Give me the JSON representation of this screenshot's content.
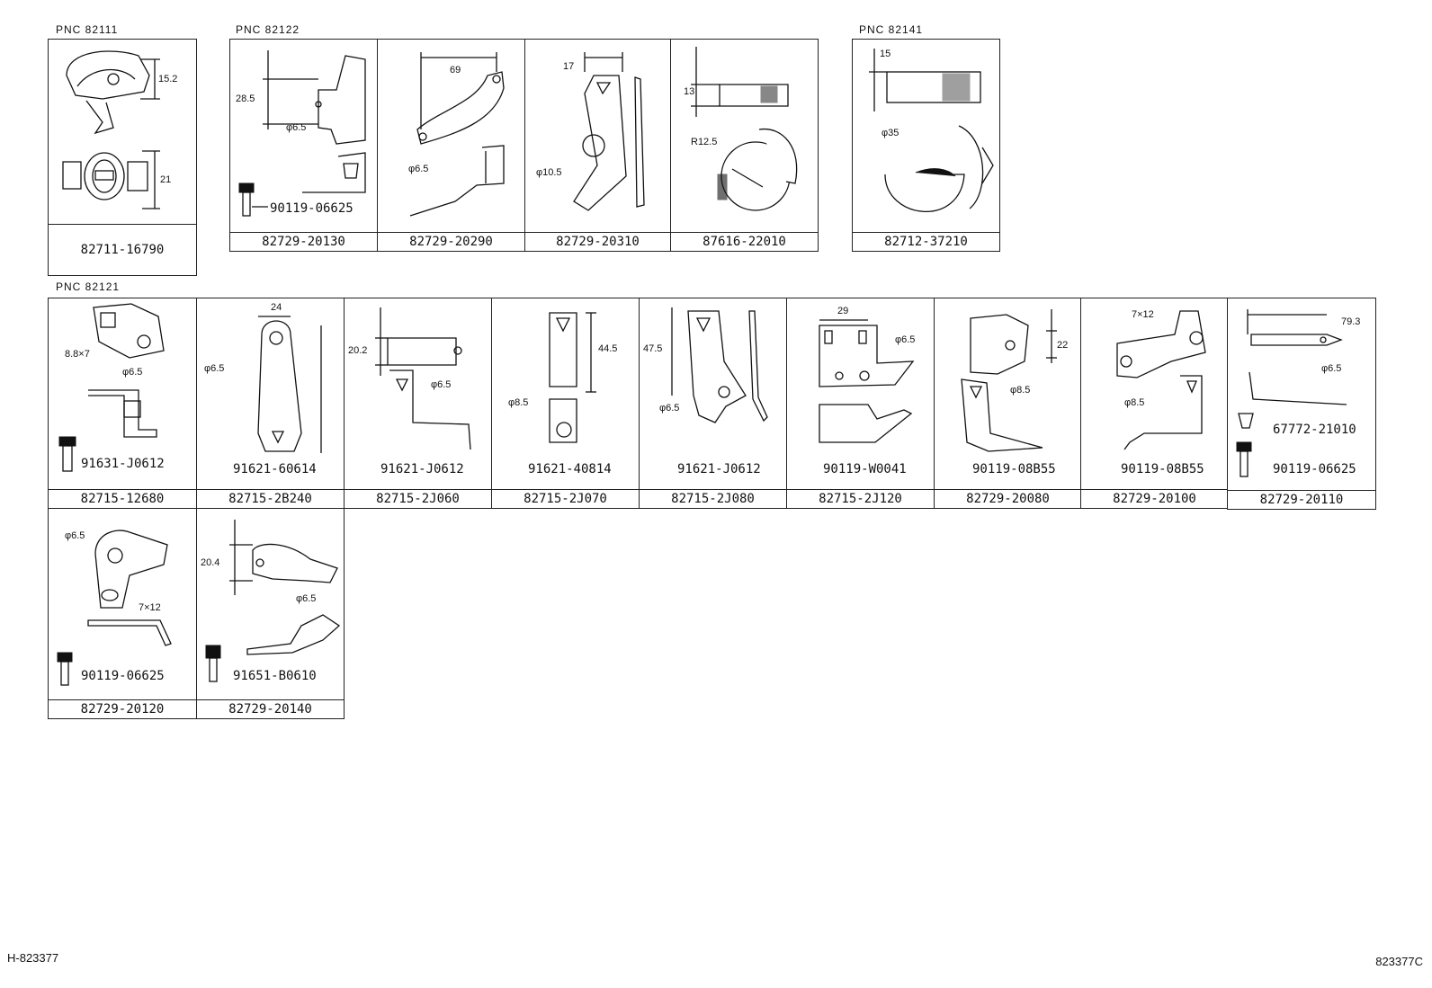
{
  "groups": [
    {
      "label": "PNC   82111"
    },
    {
      "label": "PNC   82122"
    },
    {
      "label": "PNC   82141"
    },
    {
      "label": "PNC   82121"
    }
  ],
  "cells": [
    {
      "pn": "82711-16790",
      "dims": [
        "15.2",
        "21"
      ],
      "bolt": ""
    },
    {
      "pn": "82729-20130",
      "dims": [
        "28.5",
        "φ6.5"
      ],
      "bolt": "90119-06625"
    },
    {
      "pn": "82729-20290",
      "dims": [
        "69",
        "φ6.5"
      ],
      "bolt": ""
    },
    {
      "pn": "82729-20310",
      "dims": [
        "17",
        "φ10.5"
      ],
      "bolt": ""
    },
    {
      "pn": "87616-22010",
      "dims": [
        "13",
        "R12.5"
      ],
      "bolt": ""
    },
    {
      "pn": "82712-37210",
      "dims": [
        "15",
        "φ35"
      ],
      "bolt": ""
    },
    {
      "pn": "82715-12680",
      "dims": [
        "8.8×7",
        "φ6.5"
      ],
      "bolt": "91631-J0612"
    },
    {
      "pn": "82715-2B240",
      "dims": [
        "24",
        "φ6.5"
      ],
      "bolt": "91621-60614"
    },
    {
      "pn": "82715-2J060",
      "dims": [
        "20.2",
        "φ6.5"
      ],
      "bolt": "91621-J0612"
    },
    {
      "pn": "82715-2J070",
      "dims": [
        "44.5",
        "φ8.5"
      ],
      "bolt": "91621-40814"
    },
    {
      "pn": "82715-2J080",
      "dims": [
        "47.5",
        "φ6.5"
      ],
      "bolt": "91621-J0612"
    },
    {
      "pn": "82715-2J120",
      "dims": [
        "29",
        "φ6.5"
      ],
      "bolt": "90119-W0041"
    },
    {
      "pn": "82729-20080",
      "dims": [
        "22",
        "φ8.5"
      ],
      "bolt": "90119-08B55"
    },
    {
      "pn": "82729-20100",
      "dims": [
        "7×12",
        "φ8.5"
      ],
      "bolt": "90119-08B55"
    },
    {
      "pn": "82729-20110",
      "dims": [
        "79.3",
        "φ6.5"
      ],
      "bolt": "90119-06625",
      "clip": "67772-21010"
    },
    {
      "pn": "82729-20120",
      "dims": [
        "φ6.5",
        "7×12"
      ],
      "bolt": "90119-06625"
    },
    {
      "pn": "82729-20140",
      "dims": [
        "20.4",
        "φ6.5"
      ],
      "bolt": "91651-B0610"
    }
  ],
  "footer": {
    "left": "H-823377",
    "right": "823377C"
  }
}
